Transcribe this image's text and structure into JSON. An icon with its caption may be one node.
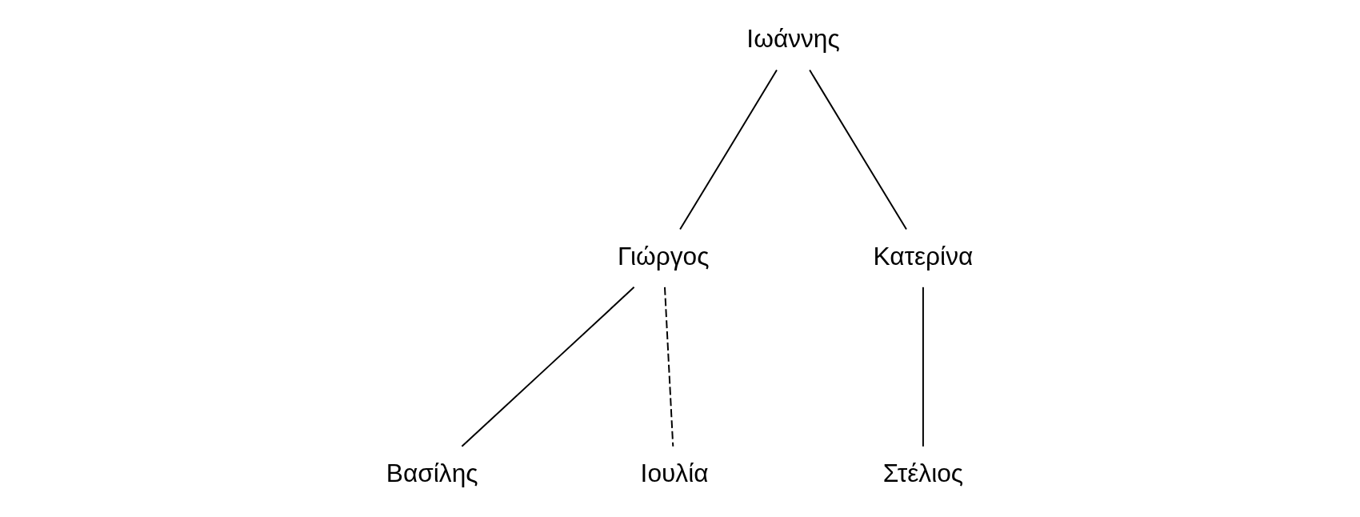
{
  "diagram": {
    "nodes": [
      {
        "text": [
          "Ιωάννης"
        ]
      },
      {
        "text": [
          "Γιώργος"
        ]
      },
      {
        "text": [
          "Κατερίνα"
        ]
      },
      {
        "text": [
          "Βασίλης"
        ]
      },
      {
        "text": [
          "Ιουλία"
        ]
      },
      {
        "text": [
          "Στέλιος"
        ]
      }
    ],
    "edges": [
      {
        "from": 0,
        "to": 1,
        "arrow": "none"
      },
      {
        "from": 0,
        "to": 2,
        "arrow": "none"
      },
      {
        "from": 1,
        "to": 3,
        "arrow": "none"
      },
      {
        "from": 1,
        "to": 4,
        "arrow": "none",
        "style": "dashed"
      },
      {
        "from": 2,
        "to": 5,
        "arrow": "none"
      }
    ]
  }
}
